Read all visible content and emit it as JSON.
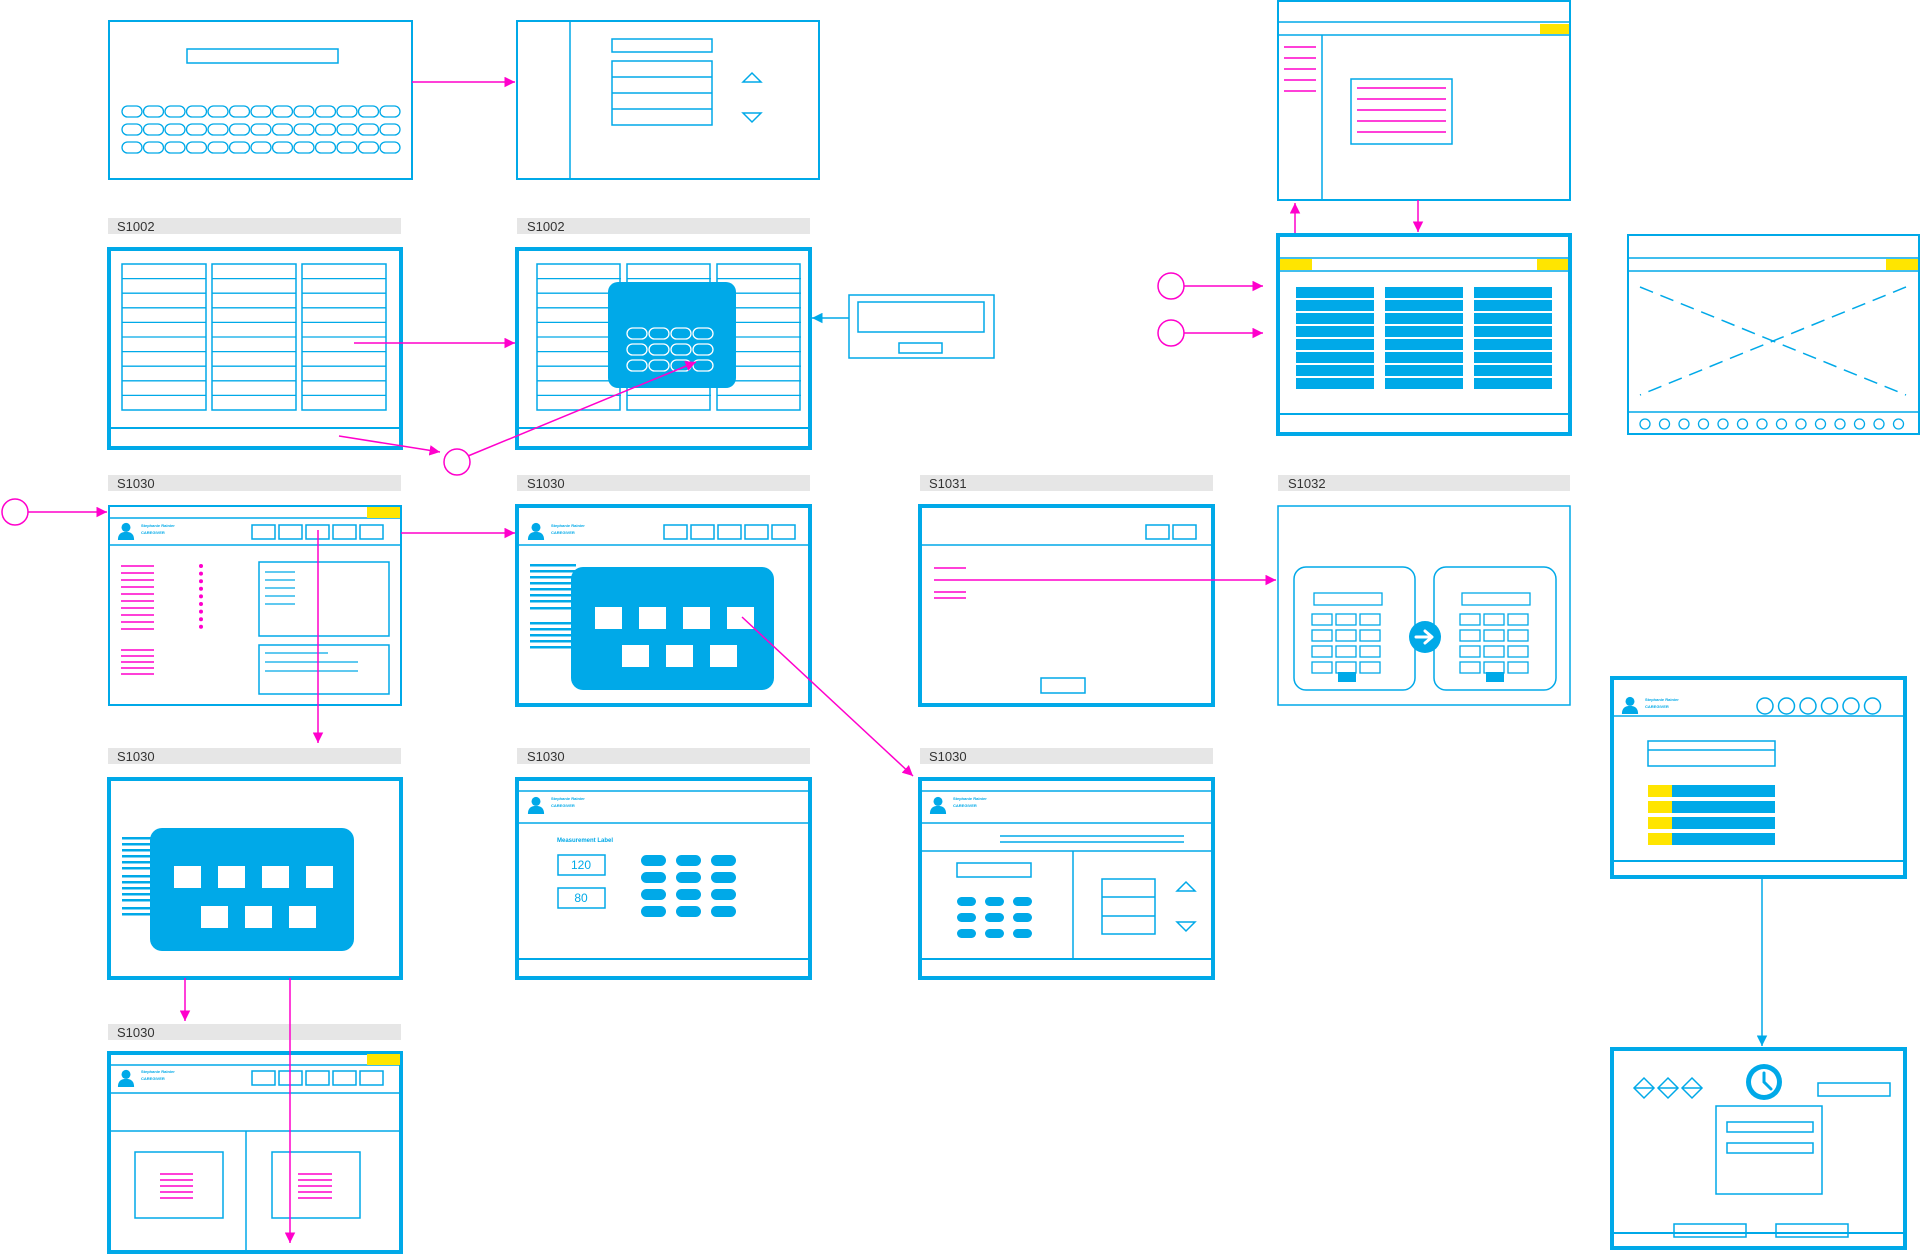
{
  "colors": {
    "wire": "#00A9E8",
    "accent_arrow": "#FF00CC",
    "highlight": "#FFE500",
    "label_bg": "#E6E6E6",
    "label_text": "#333333"
  },
  "screen_labels": {
    "s1002_a": "S1002",
    "s1002_b": "S1002",
    "s1030_a": "S1030",
    "s1030_b": "S1030",
    "s1031": "S1031",
    "s1032": "S1032",
    "s1030_c": "S1030",
    "s1030_d": "S1030",
    "s1030_e": "S1030",
    "s1030_f": "S1030"
  },
  "user_header": {
    "name": "Stephanie Rainier",
    "role": "CAREGIVER"
  },
  "measurement": {
    "label": "Measurement Label",
    "value_1": "120",
    "value_2": "80"
  },
  "icons": [
    "user-icon",
    "clock-icon",
    "arrow-right-icon",
    "triangle-up-icon",
    "triangle-down-icon",
    "diamond-icon"
  ]
}
